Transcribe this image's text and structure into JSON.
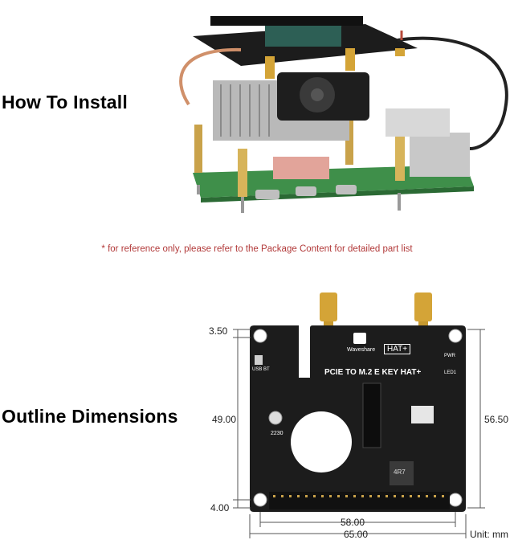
{
  "headings": {
    "install": "How To Install",
    "outline": "Outline Dimensions"
  },
  "note": "* for reference only, please refer to the Package Content for detailed part list",
  "board": {
    "brand": "Waveshare",
    "hat_badge": "HAT+",
    "title": "PCIE TO M.2 E KEY HAT+",
    "usb_label": "USB BT",
    "pwr_label": "PWR",
    "led_label": "LED1",
    "slot_label": "2230",
    "inductor_label": "4R7"
  },
  "dimensions": {
    "top_offset": "3.50",
    "left_height": "49.00",
    "right_height": "56.50",
    "bottom_offset": "4.00",
    "hole_spacing": "58.00",
    "total_width": "65.00",
    "unit": "Unit: mm"
  },
  "colors": {
    "pcb": "#1c1c1c",
    "antenna": "#d4a437",
    "rpi_board": "#3f8f4a",
    "dimension_line": "#555555"
  }
}
